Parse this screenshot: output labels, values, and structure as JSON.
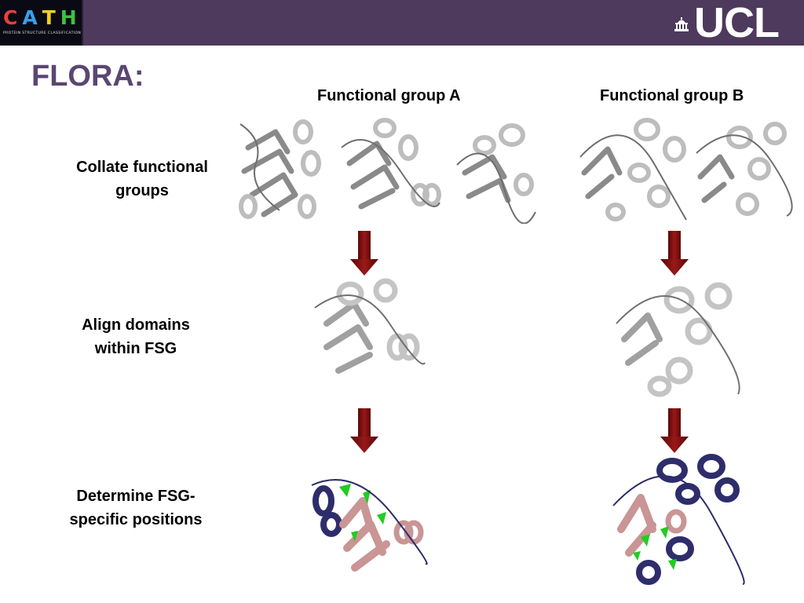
{
  "header": {
    "cath_logo": {
      "letters": [
        "C",
        "A",
        "T",
        "H"
      ],
      "letter_colors": [
        "#e8403a",
        "#3aa0e8",
        "#f0d020",
        "#40c040"
      ],
      "subtitle": "PROTEIN STRUCTURE CLASSIFICATION"
    },
    "ucl_logo": {
      "text": "UCL"
    }
  },
  "slide": {
    "title": "FLORA:",
    "columns": {
      "group_a": "Functional group A",
      "group_b": "Functional group B"
    },
    "steps": {
      "collate": [
        "Collate functional",
        "groups"
      ],
      "align": [
        "Align domains",
        "within FSG"
      ],
      "determine": [
        "Determine FSG-",
        "specific positions"
      ]
    }
  },
  "colors": {
    "header_bg": "#4d3a5c",
    "title": "#5a4672",
    "arrow": "#7a1010",
    "structure_grey": "#9a9a9a",
    "structure_pink": "#c99595",
    "structure_navy": "#2e2d6b",
    "structure_green": "#22cc22"
  }
}
